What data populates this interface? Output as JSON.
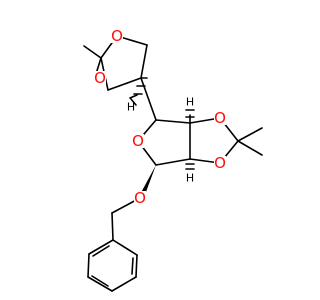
{
  "molecule": {
    "element_colors": {
      "O": "#ff0d0d",
      "C": "#000000",
      "H": "#000000"
    },
    "atom_labels": {
      "o_diox_top": "O",
      "o_diox_bottom": "O",
      "o_ring": "O",
      "o_acet_top": "O",
      "o_acet_bottom": "O",
      "o_benzyl": "O"
    },
    "h_labels": {
      "h_c4p": "H",
      "h_c3": "H",
      "h_c2": "H",
      "h_c1": "H"
    }
  }
}
